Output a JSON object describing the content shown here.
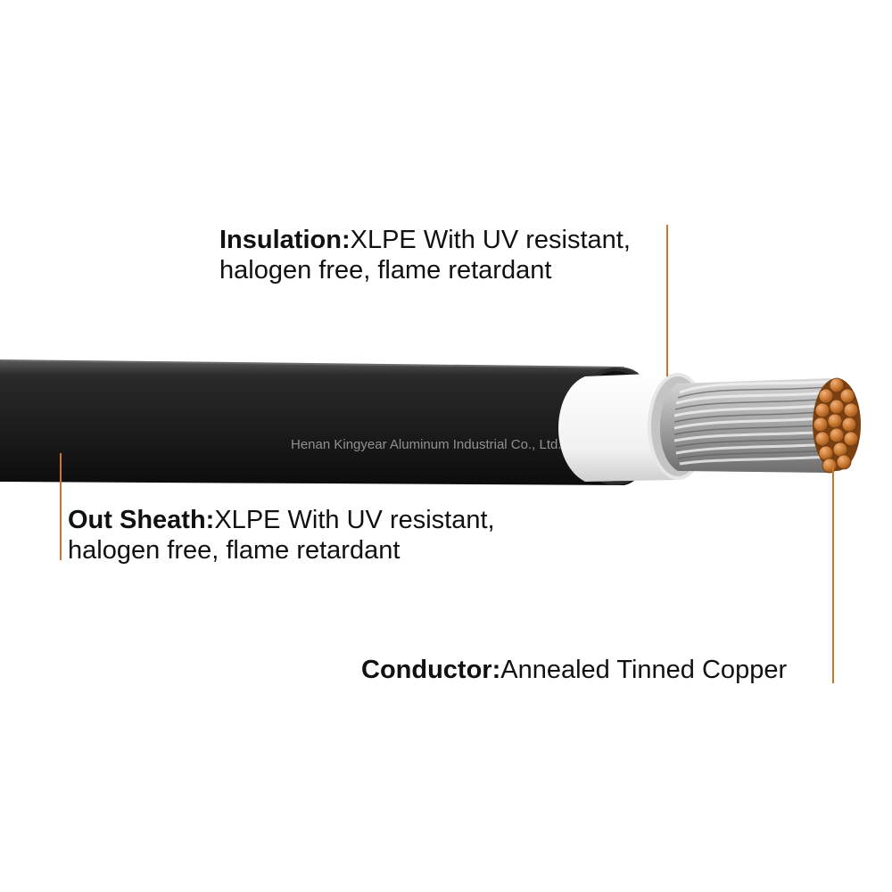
{
  "colors": {
    "sheath": "#1c1c1c",
    "insulation": "#f1f1f1",
    "conductor_strand": "#a9a9a9",
    "copper": "#c9772f",
    "leader_line": "#c9772f"
  },
  "labels": {
    "insulation": {
      "term": "Insulation:",
      "line1": "XLPE With UV resistant,",
      "line2": "halogen free, flame retardant"
    },
    "sheath": {
      "term": "Out Sheath:",
      "line1": "XLPE With UV resistant,",
      "line2": "halogen free, flame retardant"
    },
    "conductor": {
      "term": "Conductor:",
      "line1": "Annealed Tinned Copper"
    }
  },
  "watermark": "Henan Kingyear Aluminum Industrial Co., Ltd."
}
